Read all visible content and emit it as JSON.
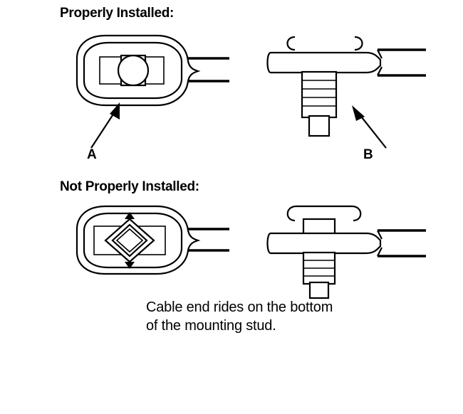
{
  "document": {
    "title": "Cable end mounting stud installation diagram",
    "background_color": "#ffffff",
    "line_color": "#000000"
  },
  "sections": [
    {
      "id": "properly-installed",
      "heading": "Properly Installed:",
      "callout": {
        "label": "A",
        "points_to": "cable-end-housing"
      },
      "views": [
        {
          "id": "top-view",
          "name": "cable end top view",
          "stud_position": "centered-in-slot"
        },
        {
          "id": "side-view",
          "name": "mounting stud side view",
          "stud_position": "below-bar",
          "callout": "B"
        }
      ]
    },
    {
      "id": "not-properly-installed",
      "heading": "Not Properly Installed:",
      "views": [
        {
          "id": "top-view",
          "name": "cable end top view",
          "stud_position": "rotated-diamond-misaligned"
        },
        {
          "id": "side-view",
          "name": "mounting stud side view",
          "stud_position": "protruding-above-bar"
        }
      ]
    }
  ],
  "labels": {
    "callout_a": "A",
    "callout_b": "B"
  },
  "caption": {
    "line1": "Cable end rides on the bottom",
    "line2": "of the mounting stud."
  },
  "icons": {
    "arrow_a": "arrow-up-right-icon",
    "arrow_b": "arrow-up-left-icon",
    "marker_up": "triangle-up-icon",
    "marker_down": "triangle-down-icon"
  }
}
